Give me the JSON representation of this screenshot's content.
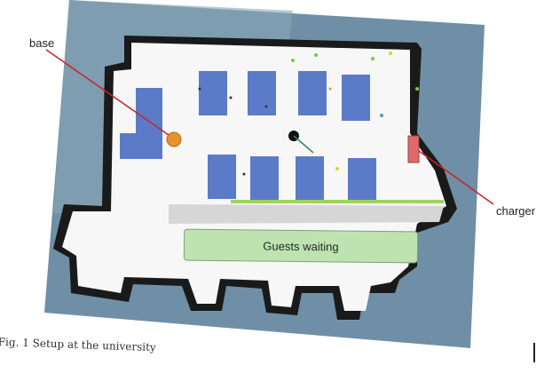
{
  "labels": {
    "base": "base",
    "charger": "charger",
    "button": "Guests waiting",
    "caption": "Fig. 1 Setup at the university"
  },
  "colors": {
    "table": "#5b7bc9",
    "base": "#e8922e",
    "charger": "#e06a6a",
    "annotation_line": "#cc2222",
    "button_fill": "#bfe3b0",
    "wall": "#1a1a1a",
    "floor": "#f7f7f7"
  },
  "icons": {
    "robot": "robot-dot",
    "cursor": "text-cursor"
  }
}
